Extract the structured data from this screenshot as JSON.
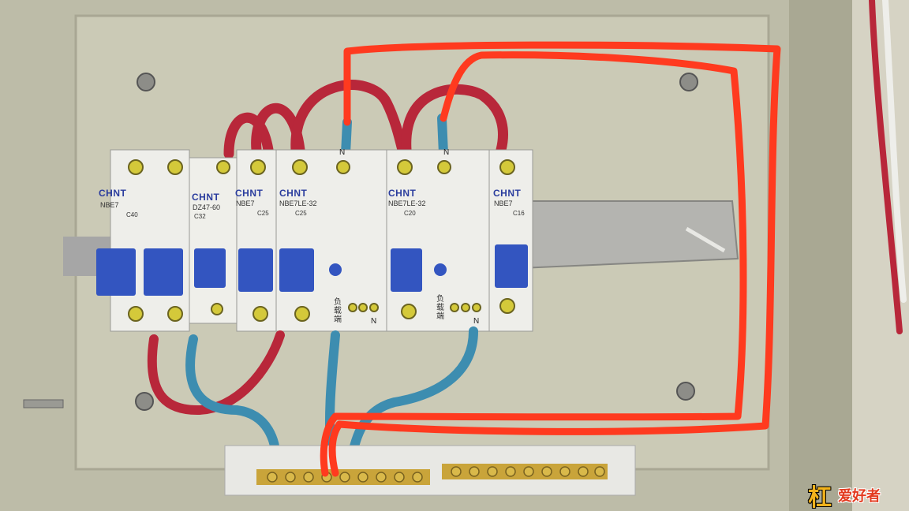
{
  "breakers": [
    {
      "brand": "CHNT",
      "model": "NBE7",
      "rating": "C40"
    },
    {
      "brand": "CHNT",
      "model": "DZ47-60",
      "rating": "C32"
    },
    {
      "brand": "CHNT",
      "model": "NBE7",
      "rating": "C25"
    },
    {
      "brand": "CHNT",
      "model": "NBE7LE-32",
      "rating": "C25"
    },
    {
      "brand": "CHNT",
      "model": "NBE7LE-32",
      "rating": "C20"
    },
    {
      "brand": "CHNT",
      "model": "NBE7",
      "rating": "C16"
    }
  ],
  "neutral_label": "N",
  "load_terminal_label": "负载端",
  "watermark": {
    "logo": "杠",
    "text": "爱好者"
  },
  "colors": {
    "enclosure": "#c9c8b4",
    "live_wire": "#b8273a",
    "neutral_wire": "#3d8db0",
    "annotation": "#ff3a1f",
    "breaker_handle": "#3355c0"
  }
}
